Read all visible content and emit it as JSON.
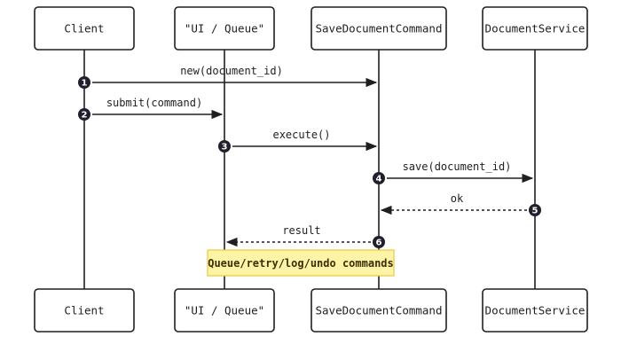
{
  "participants": [
    "Client",
    "\"UI / Queue\"",
    "SaveDocumentCommand",
    "DocumentService"
  ],
  "messages": [
    {
      "step": "1",
      "label": "new(document_id)",
      "from": 0,
      "to": 2,
      "style": "solid"
    },
    {
      "step": "2",
      "label": "submit(command)",
      "from": 0,
      "to": 1,
      "style": "solid"
    },
    {
      "step": "3",
      "label": "execute()",
      "from": 1,
      "to": 2,
      "style": "solid"
    },
    {
      "step": "4",
      "label": "save(document_id)",
      "from": 2,
      "to": 3,
      "style": "solid"
    },
    {
      "step": "5",
      "label": "ok",
      "from": 3,
      "to": 2,
      "style": "dashed"
    },
    {
      "step": "6",
      "label": "result",
      "from": 2,
      "to": 1,
      "style": "dashed"
    }
  ],
  "note": {
    "text": "Queue/retry/log/undo commands"
  },
  "colors": {
    "stroke": "#1f1f1f",
    "step_badge": "#1f1f2e",
    "note_fill": "#fff3a8",
    "note_border": "#e8c93a"
  }
}
